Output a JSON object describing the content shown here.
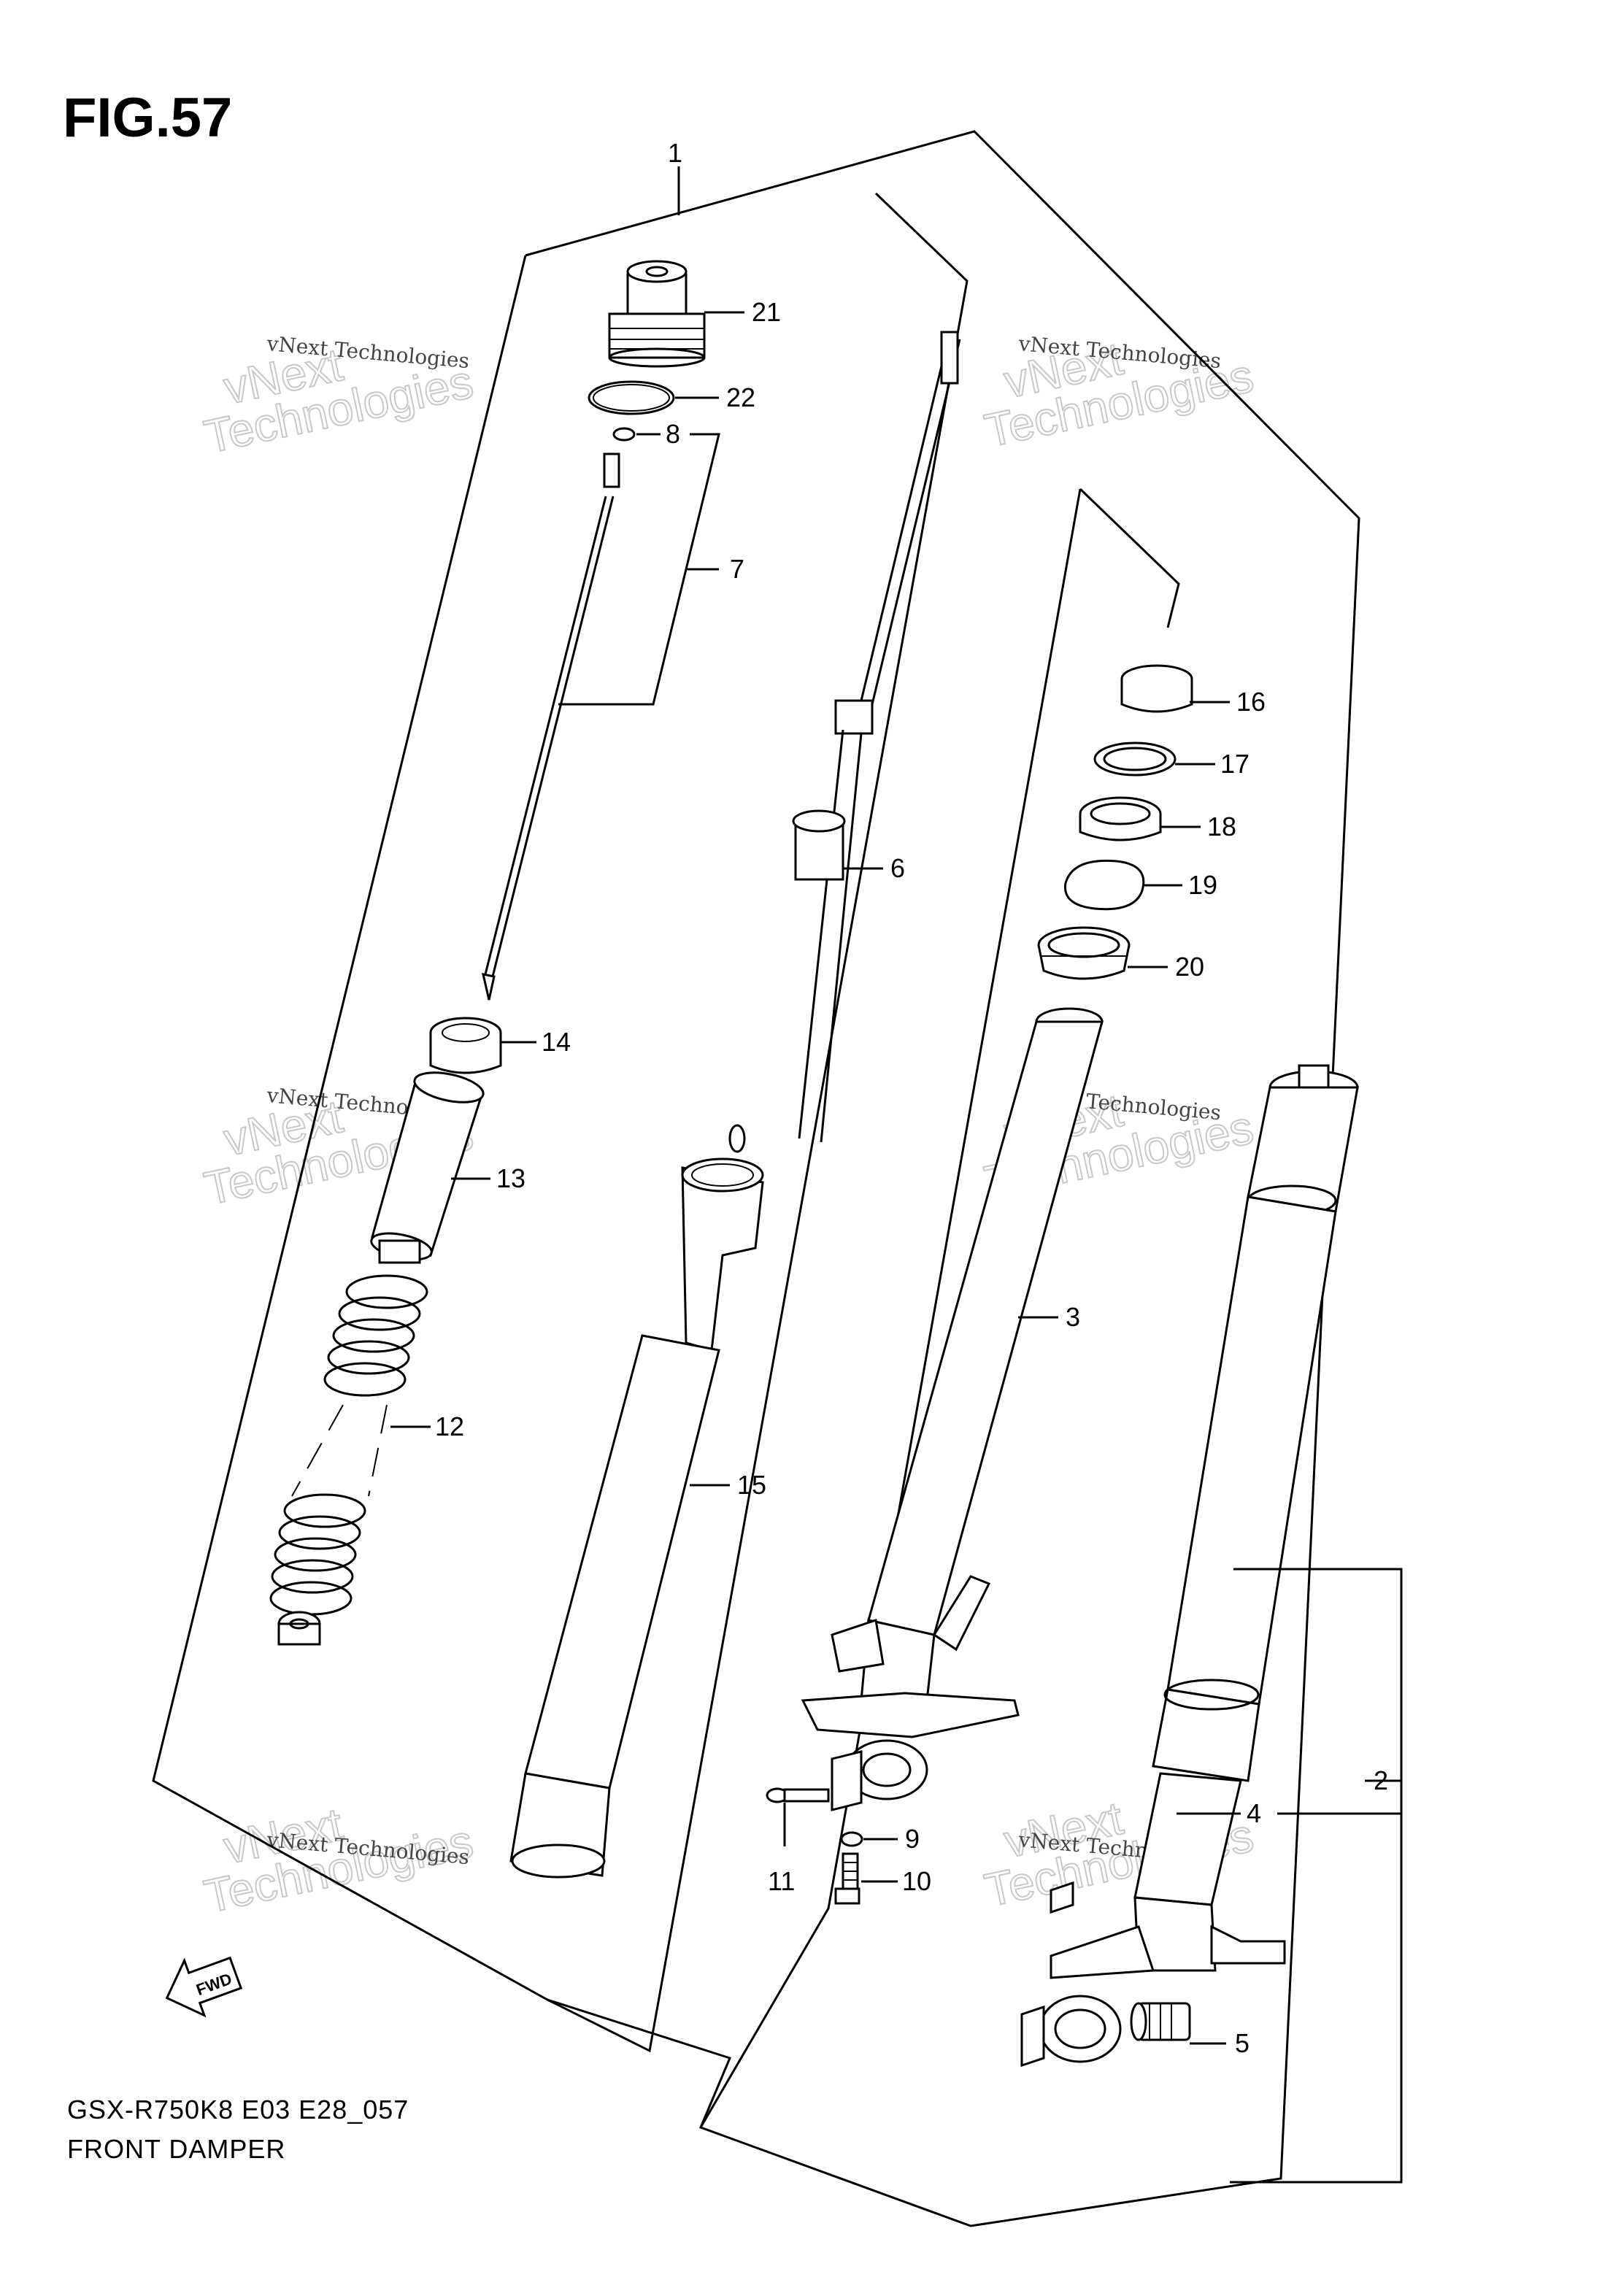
{
  "figure": {
    "title": "FIG.57"
  },
  "caption": {
    "model_code": "GSX-R750K8 E03 E28_057",
    "name": "FRONT DAMPER"
  },
  "watermark": {
    "line1": "vNext Technologies",
    "line2": "Technologies",
    "line3": "vNext"
  },
  "fwd_label": "FWD",
  "callouts": [
    {
      "id": "1",
      "label": "1"
    },
    {
      "id": "2",
      "label": "2"
    },
    {
      "id": "3",
      "label": "3"
    },
    {
      "id": "4",
      "label": "4"
    },
    {
      "id": "5",
      "label": "5"
    },
    {
      "id": "6",
      "label": "6"
    },
    {
      "id": "7",
      "label": "7"
    },
    {
      "id": "8",
      "label": "8"
    },
    {
      "id": "9",
      "label": "9"
    },
    {
      "id": "10",
      "label": "10"
    },
    {
      "id": "11",
      "label": "11"
    },
    {
      "id": "12",
      "label": "12"
    },
    {
      "id": "13",
      "label": "13"
    },
    {
      "id": "14",
      "label": "14"
    },
    {
      "id": "15",
      "label": "15"
    },
    {
      "id": "16",
      "label": "16"
    },
    {
      "id": "17",
      "label": "17"
    },
    {
      "id": "18",
      "label": "18"
    },
    {
      "id": "19",
      "label": "19"
    },
    {
      "id": "20",
      "label": "20"
    },
    {
      "id": "21",
      "label": "21"
    },
    {
      "id": "22",
      "label": "22"
    }
  ]
}
